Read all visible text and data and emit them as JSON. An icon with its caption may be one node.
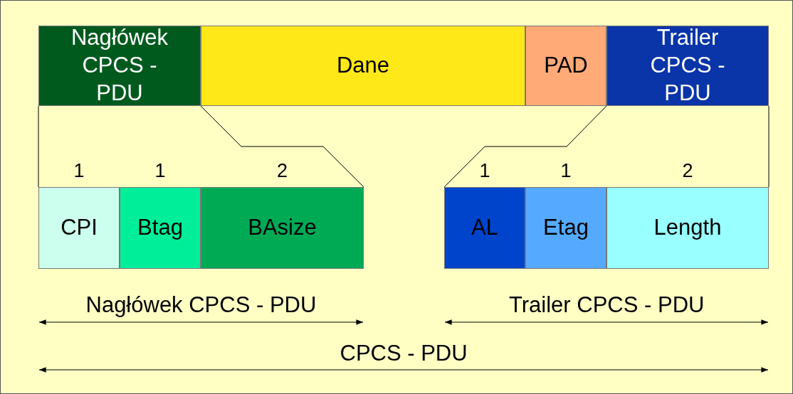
{
  "diagram": {
    "nodes": [
      {
        "text": [
          "Nagłówek CPCS - PDU"
        ]
      },
      {
        "text": [
          "Dane"
        ]
      },
      {
        "text": [
          "PAD"
        ]
      },
      {
        "text": [
          "Trailer CPCS - PDU"
        ]
      },
      {
        "text": [
          "CPI"
        ],
        "beside": [
          "1"
        ]
      },
      {
        "text": [
          "Btag"
        ],
        "beside": [
          "1"
        ]
      },
      {
        "text": [
          "BAsize"
        ],
        "beside": [
          "2"
        ]
      },
      {
        "text": [
          "AL"
        ],
        "beside": [
          "1"
        ]
      },
      {
        "text": [
          "Etag"
        ],
        "beside": [
          "1"
        ]
      },
      {
        "text": [
          "Length"
        ],
        "beside": [
          "2"
        ]
      }
    ],
    "edges": [
      {
        "from": 0,
        "to": 4,
        "arrow": "none"
      },
      {
        "from": 0,
        "to": 6,
        "arrow": "none"
      },
      {
        "from": 3,
        "to": 7,
        "arrow": "none"
      },
      {
        "from": 3,
        "to": 9,
        "arrow": "none"
      }
    ],
    "labels": [
      "Nagłówek CPCS - PDU",
      "Trailer CPCS - PDU",
      "CPCS - PDU"
    ]
  }
}
